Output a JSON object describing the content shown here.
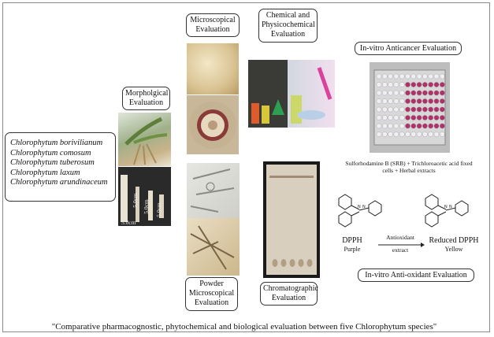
{
  "species": [
    "Chlorophytum borivilianum",
    "Chlorophytum comosum",
    "Chlorophytum tuberosum",
    "Chlorophytum laxum",
    "Chlorophytum arundinaceum"
  ],
  "boxes": {
    "morphological": "Morpholgical Evaluation",
    "microscopical": "Microscopical Evaluation",
    "chemical": "Chemical and Physicochemical Evaluation",
    "anticancer": "In-vitro Anticancer Evaluation",
    "powder": "Powder Microscopical Evaluation",
    "chromatographic": "Chromatographic Evaluation",
    "antioxidant": "In-vitro Anti-oxidant Evaluation"
  },
  "srb_text": "Sulforhodamine B (SRB) + Trichloroacetic acid fixed cells + Herbal extracts",
  "reaction": {
    "reactant": "DPPH",
    "reactant_color": "Purple",
    "arrow_top": "Antioxidant",
    "arrow_bottom": "extract",
    "product": "Reduced DPPH",
    "product_color": "Yellow"
  },
  "scale_labels": [
    "5.0cm",
    "5.0cm",
    "5.0cm",
    "5.0cm"
  ],
  "caption": "\"Comparative pharmacognostic, phytochemical and biological evaluation between five Chlorophytum species\"",
  "colors": {
    "plate_wells": "#b0306a",
    "tlc_plate": "#d9cfbf",
    "chromatogram_band": "#a08a6a"
  }
}
